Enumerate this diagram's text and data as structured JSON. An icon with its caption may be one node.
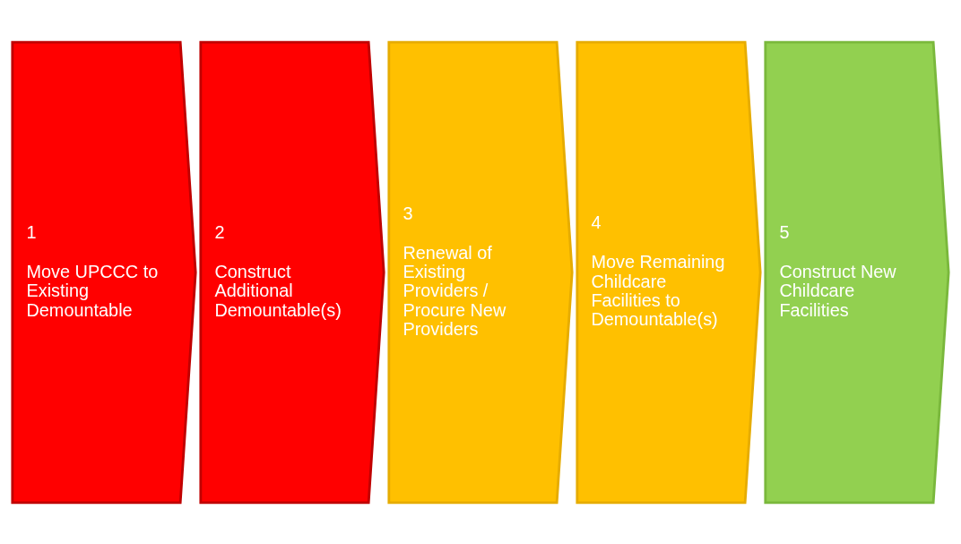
{
  "diagram": {
    "nodes": [
      {
        "text": [
          "1",
          "Move UPCCC to Existing Demountable"
        ]
      },
      {
        "text": [
          "2",
          "Construct Additional Demountable(s)"
        ]
      },
      {
        "text": [
          "3",
          "Renewal of Existing Providers / Procure New Providers"
        ]
      },
      {
        "text": [
          "4",
          "Move Remaining Childcare Facilities to Demountable(s)"
        ]
      },
      {
        "text": [
          "5",
          "Construct New Childcare Facilities"
        ]
      }
    ],
    "edges": []
  }
}
